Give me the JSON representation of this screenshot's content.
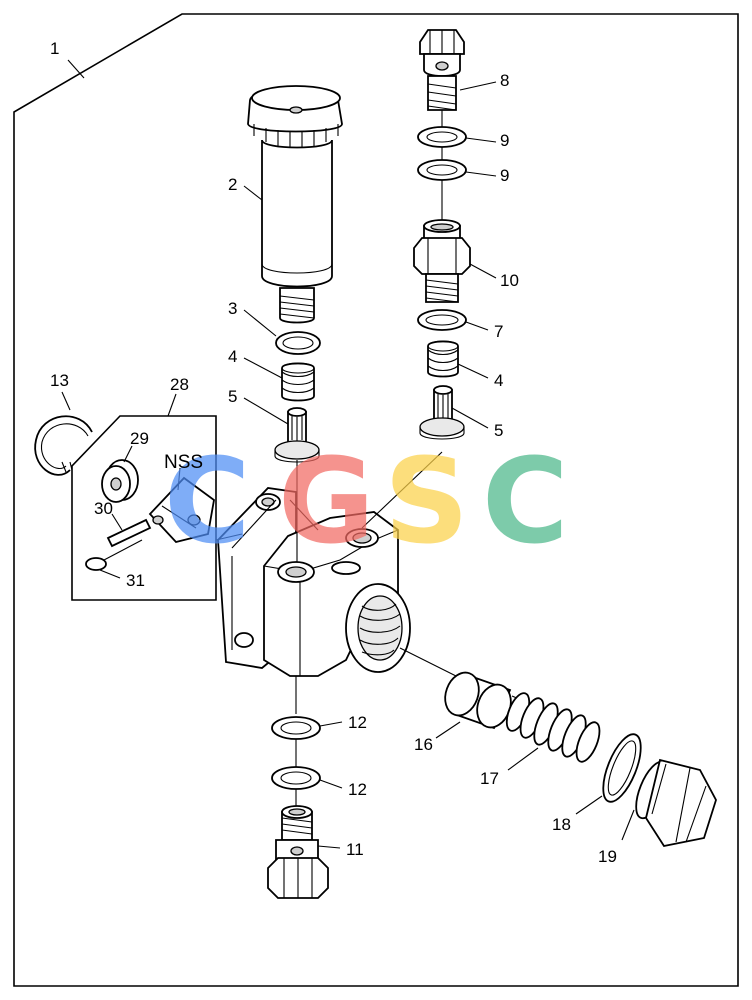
{
  "labels": {
    "l1": "1",
    "l2": "2",
    "l3": "3",
    "l4a": "4",
    "l4b": "4",
    "l5a": "5",
    "l5b": "5",
    "l7": "7",
    "l8": "8",
    "l9a": "9",
    "l9b": "9",
    "l10": "10",
    "l11": "11",
    "l12a": "12",
    "l12b": "12",
    "l13": "13",
    "l16": "16",
    "l17": "17",
    "l18": "18",
    "l19": "19",
    "l28": "28",
    "l29": "29",
    "l30": "30",
    "l31": "31"
  },
  "nss": "NSS",
  "watermark": {
    "letters": [
      "C",
      "G",
      "S",
      "C"
    ],
    "colors": [
      "#4f8ef5",
      "#f26a63",
      "#fcd24a",
      "#4cb88a"
    ]
  }
}
